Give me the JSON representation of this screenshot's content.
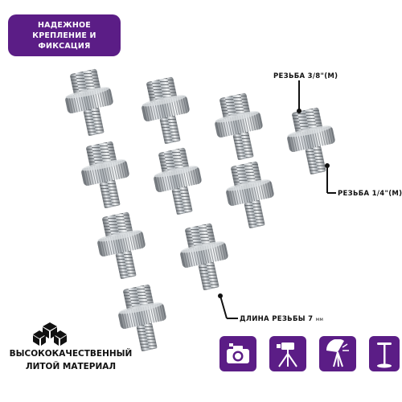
{
  "banner": {
    "line1": "НАДЕЖНОЕ",
    "line2": "КРЕПЛЕНИЕ И ФИКСАЦИЯ"
  },
  "labels": {
    "thread_top": "РЕЗЬБА 3/8\"(M)",
    "thread_bottom": "РЕЗЬБА 1/4\"(M)",
    "thread_length": "ДЛИНА РЕЗЬБЫ 7",
    "thread_length_unit": "мм"
  },
  "material": {
    "line1": "ВЫСОКОКАЧЕСТВЕННЫЙ",
    "line2": "ЛИТОЙ МАТЕРИАЛ"
  },
  "features": [
    {
      "icon": "camera-icon"
    },
    {
      "icon": "tripod-icon"
    },
    {
      "icon": "studio-umbrella-light-icon"
    },
    {
      "icon": "microphone-stand-icon"
    }
  ],
  "colors": {
    "accent": "#5b1d86",
    "text": "#111111"
  }
}
